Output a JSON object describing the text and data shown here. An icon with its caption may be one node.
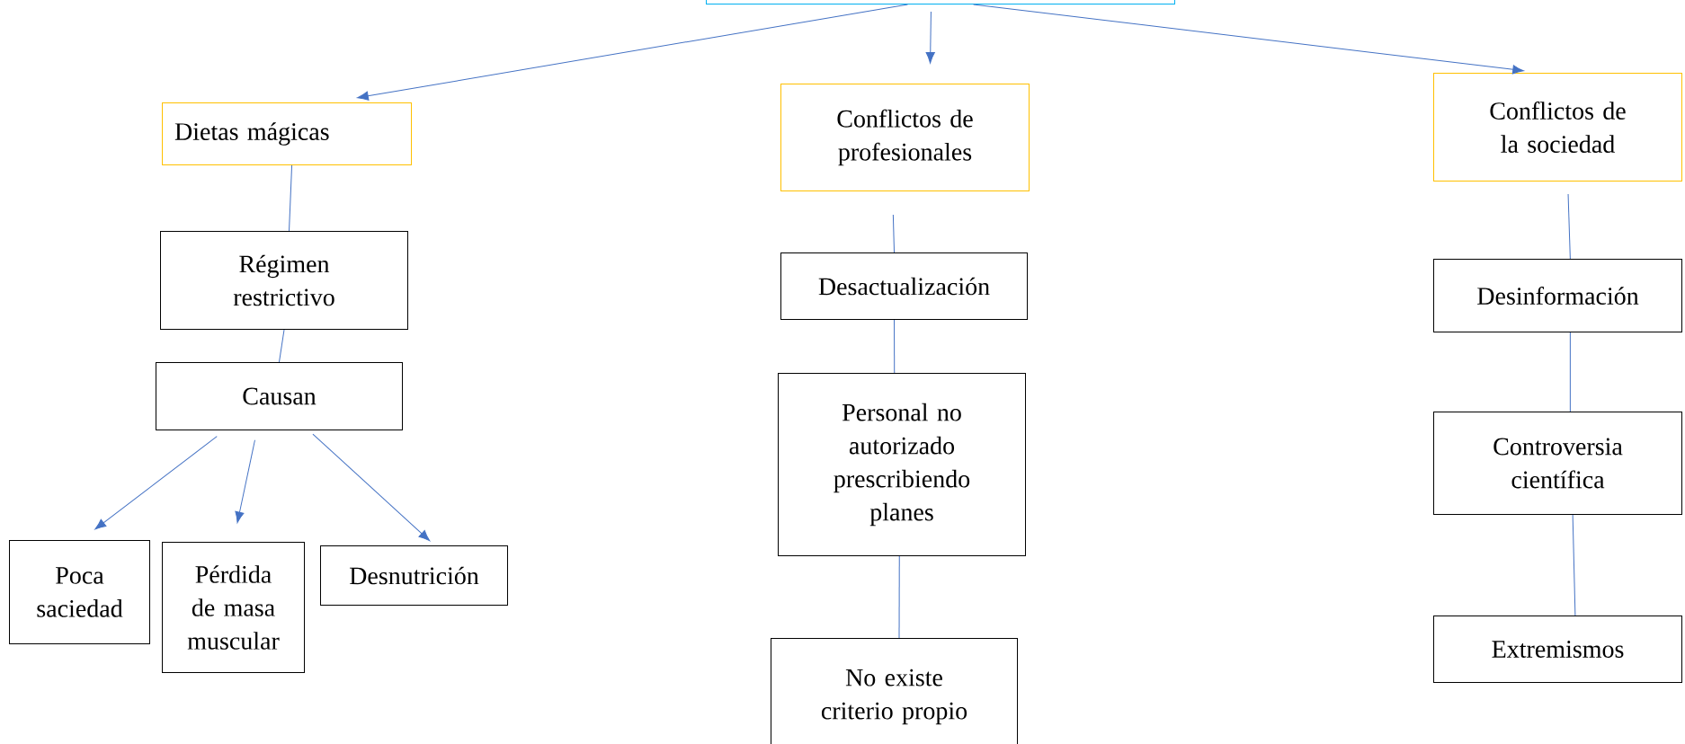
{
  "diagram": {
    "nodes": [
      {
        "text": [],
        "shape": "box"
      },
      {
        "text": [
          "Dietas mágicas"
        ]
      },
      {
        "text": [
          "Conflictos de profesionales"
        ]
      },
      {
        "text": [
          "Conflictos de la sociedad"
        ]
      },
      {
        "text": [
          "Régimen restrictivo"
        ]
      },
      {
        "text": [
          "Causan"
        ]
      },
      {
        "text": [
          "Poca saciedad"
        ]
      },
      {
        "text": [
          "Pérdida de masa muscular"
        ]
      },
      {
        "text": [
          "Desnutrición"
        ]
      },
      {
        "text": [
          "Desactualización"
        ]
      },
      {
        "text": [
          "Personal no autorizado prescribiendo planes"
        ]
      },
      {
        "text": [
          "No existe criterio propio"
        ]
      },
      {
        "text": [
          "Desinformación"
        ]
      },
      {
        "text": [
          "Controversia científica"
        ]
      },
      {
        "text": [
          "Extremismos"
        ]
      }
    ],
    "edges": [
      {
        "from": 0,
        "to": 1,
        "arrow": "to"
      },
      {
        "from": 0,
        "to": 2,
        "arrow": "to"
      },
      {
        "from": 0,
        "to": 3,
        "arrow": "to"
      },
      {
        "from": 1,
        "to": 4,
        "arrow": "none"
      },
      {
        "from": 4,
        "to": 5,
        "arrow": "none"
      },
      {
        "from": 5,
        "to": 6,
        "arrow": "to"
      },
      {
        "from": 5,
        "to": 7,
        "arrow": "to"
      },
      {
        "from": 5,
        "to": 8,
        "arrow": "to"
      },
      {
        "from": 2,
        "to": 9,
        "arrow": "none"
      },
      {
        "from": 9,
        "to": 10,
        "arrow": "none"
      },
      {
        "from": 10,
        "to": 11,
        "arrow": "none"
      },
      {
        "from": 3,
        "to": 12,
        "arrow": "none"
      },
      {
        "from": 12,
        "to": 13,
        "arrow": "none"
      },
      {
        "from": 13,
        "to": 14,
        "arrow": "none"
      }
    ]
  }
}
